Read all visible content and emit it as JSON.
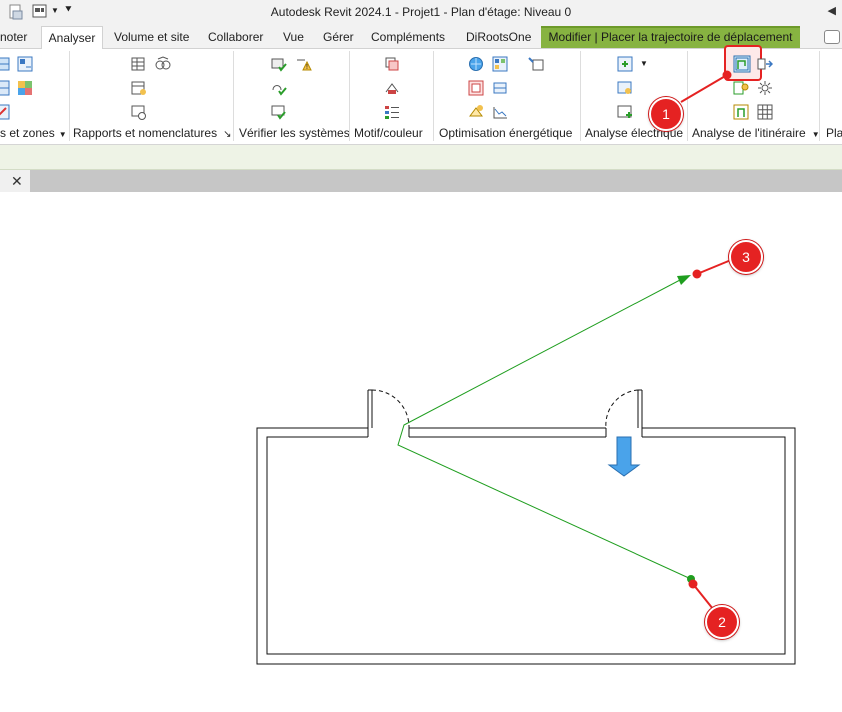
{
  "window": {
    "title": "Autodesk Revit 2024.1 - Projet1 - Plan d'étage: Niveau 0"
  },
  "tabs": [
    {
      "label": "noter"
    },
    {
      "label": "Analyser"
    },
    {
      "label": "Volume et site"
    },
    {
      "label": "Collaborer"
    },
    {
      "label": "Vue"
    },
    {
      "label": "Gérer"
    },
    {
      "label": "Compléments"
    },
    {
      "label": "DiRootsOne"
    },
    {
      "label": "Modifier | Placer la trajectoire de déplacement"
    }
  ],
  "ribbon": {
    "panels": [
      {
        "label": "s et zones"
      },
      {
        "label": "Rapports et nomenclatures"
      },
      {
        "label": "Vérifier les systèmes"
      },
      {
        "label": "Motif/couleur"
      },
      {
        "label": "Optimisation énergétique"
      },
      {
        "label": "Analyse électrique"
      },
      {
        "label": "Analyse de l'itinéraire"
      },
      {
        "label": "Pla"
      }
    ]
  },
  "markers": [
    {
      "label": "1"
    },
    {
      "label": "2"
    },
    {
      "label": "3"
    }
  ],
  "colors": {
    "context_tab": "#87b341",
    "path_line": "#1f9e1f",
    "marker": "#e52222",
    "highlight": "#e52222",
    "arrow_fill": "#4aa3ea"
  }
}
